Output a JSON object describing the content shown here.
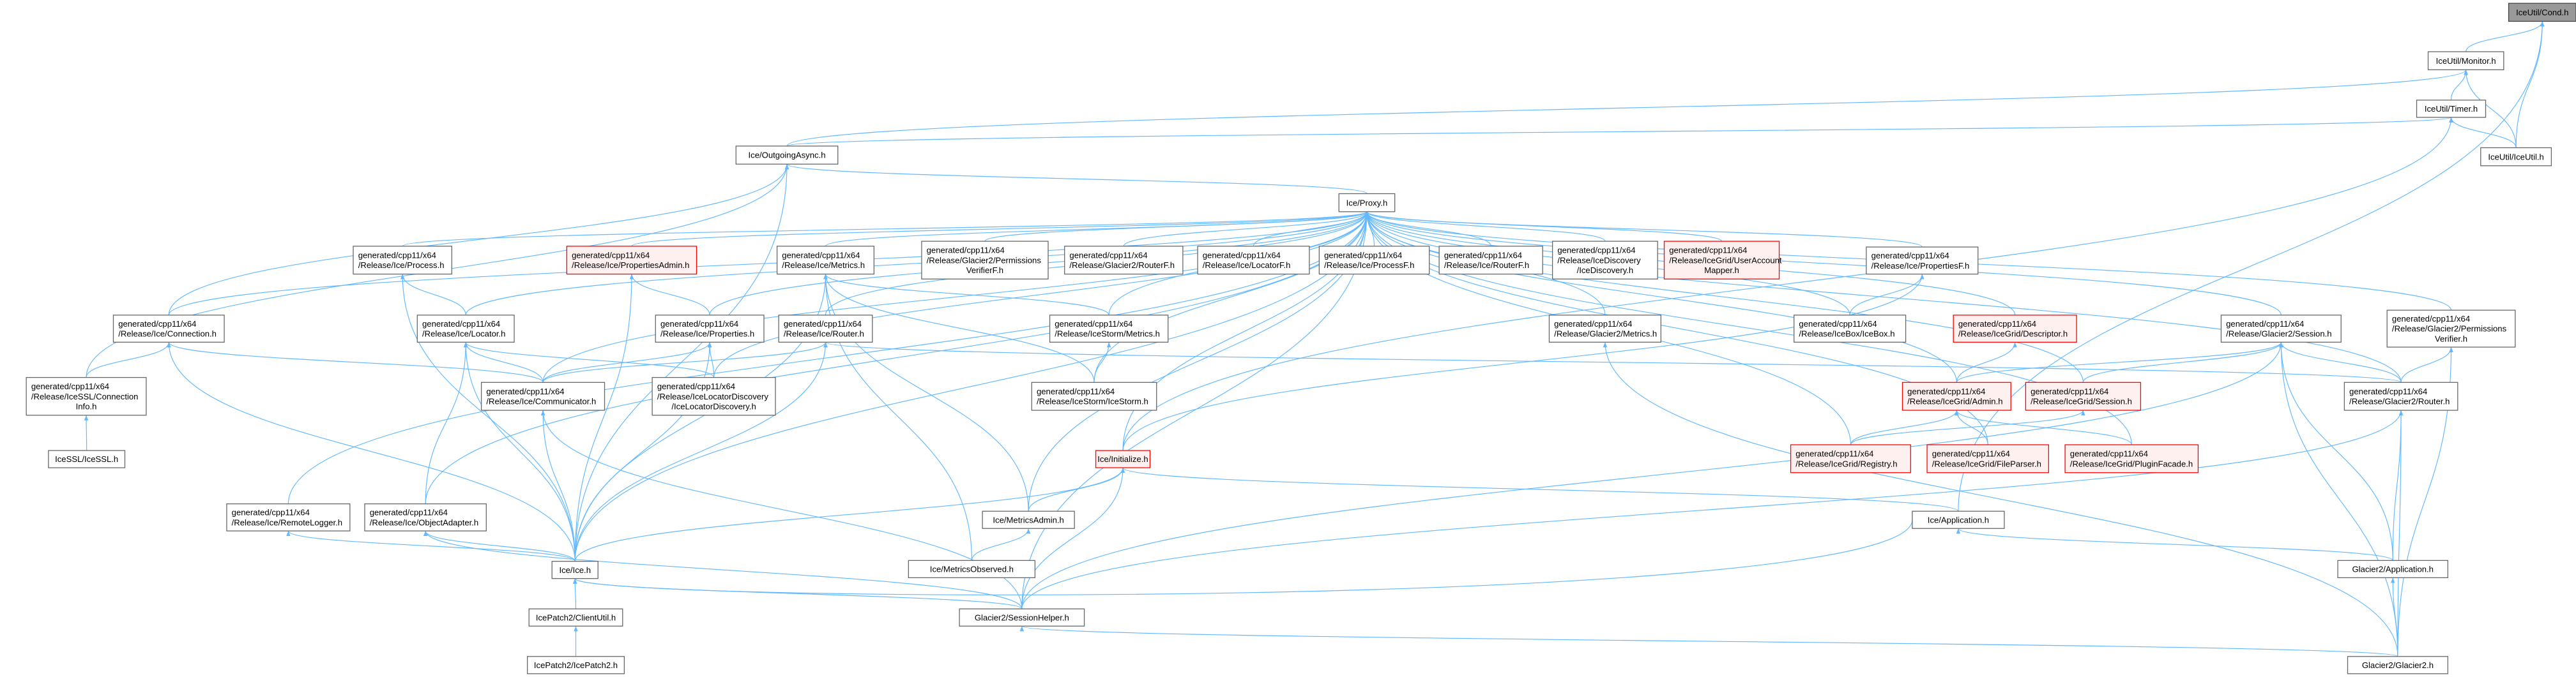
{
  "colors": {
    "edge": "#63b8ff",
    "node_border": "#666666",
    "highlight_border": "#ff0000",
    "highlight_fill": "#fff0f0",
    "root_fill": "#999999"
  },
  "nodes": [
    {
      "id": "cond",
      "lines": [
        "IceUtil/Cond.h"
      ],
      "style": "root"
    },
    {
      "id": "monitor",
      "lines": [
        "IceUtil/Monitor.h"
      ]
    },
    {
      "id": "timer",
      "lines": [
        "IceUtil/Timer.h"
      ]
    },
    {
      "id": "iceutil",
      "lines": [
        "IceUtil/IceUtil.h"
      ]
    },
    {
      "id": "outasync",
      "lines": [
        "Ice/OutgoingAsync.h"
      ]
    },
    {
      "id": "proxy",
      "lines": [
        "Ice/Proxy.h"
      ]
    },
    {
      "id": "process",
      "lines": [
        "generated/cpp11/x64",
        "/Release/Ice/Process.h"
      ]
    },
    {
      "id": "propadmin",
      "lines": [
        "generated/cpp11/x64",
        "/Release/Ice/PropertiesAdmin.h"
      ],
      "style": "red"
    },
    {
      "id": "metrics",
      "lines": [
        "generated/cpp11/x64",
        "/Release/Ice/Metrics.h"
      ]
    },
    {
      "id": "permverf",
      "lines": [
        "generated/cpp11/x64",
        "/Release/Glacier2/Permissions",
        "VerifierF.h"
      ]
    },
    {
      "id": "g2routerf",
      "lines": [
        "generated/cpp11/x64",
        "/Release/Glacier2/RouterF.h"
      ]
    },
    {
      "id": "locatorf",
      "lines": [
        "generated/cpp11/x64",
        "/Release/Ice/LocatorF.h"
      ]
    },
    {
      "id": "processf",
      "lines": [
        "generated/cpp11/x64",
        "/Release/Ice/ProcessF.h"
      ]
    },
    {
      "id": "routerf",
      "lines": [
        "generated/cpp11/x64",
        "/Release/Ice/RouterF.h"
      ]
    },
    {
      "id": "icediscovery",
      "lines": [
        "generated/cpp11/x64",
        "/Release/IceDiscovery",
        "/IceDiscovery.h"
      ]
    },
    {
      "id": "useraccount",
      "lines": [
        "generated/cpp11/x64",
        "/Release/IceGrid/UserAccount",
        "Mapper.h"
      ],
      "style": "red"
    },
    {
      "id": "propertiesf",
      "lines": [
        "generated/cpp11/x64",
        "/Release/Ice/PropertiesF.h"
      ]
    },
    {
      "id": "permv",
      "lines": [
        "generated/cpp11/x64",
        "/Release/Glacier2/Permissions",
        "Verifier.h"
      ]
    },
    {
      "id": "connection",
      "lines": [
        "generated/cpp11/x64",
        "/Release/Ice/Connection.h"
      ]
    },
    {
      "id": "locator",
      "lines": [
        "generated/cpp11/x64",
        "/Release/Ice/Locator.h"
      ]
    },
    {
      "id": "properties",
      "lines": [
        "generated/cpp11/x64",
        "/Release/Ice/Properties.h"
      ]
    },
    {
      "id": "router",
      "lines": [
        "generated/cpp11/x64",
        "/Release/Ice/Router.h"
      ]
    },
    {
      "id": "stormmetrics",
      "lines": [
        "generated/cpp11/x64",
        "/Release/IceStorm/Metrics.h"
      ]
    },
    {
      "id": "g2metrics",
      "lines": [
        "generated/cpp11/x64",
        "/Release/Glacier2/Metrics.h"
      ]
    },
    {
      "id": "icebox",
      "lines": [
        "generated/cpp11/x64",
        "/Release/IceBox/IceBox.h"
      ]
    },
    {
      "id": "descriptor",
      "lines": [
        "generated/cpp11/x64",
        "/Release/IceGrid/Descriptor.h"
      ],
      "style": "red"
    },
    {
      "id": "g2session",
      "lines": [
        "generated/cpp11/x64",
        "/Release/Glacier2/Session.h"
      ]
    },
    {
      "id": "sslconninfo",
      "lines": [
        "generated/cpp11/x64",
        "/Release/IceSSL/Connection",
        "Info.h"
      ]
    },
    {
      "id": "communicator",
      "lines": [
        "generated/cpp11/x64",
        "/Release/Ice/Communicator.h"
      ]
    },
    {
      "id": "locdisc",
      "lines": [
        "generated/cpp11/x64",
        "/Release/IceLocatorDiscovery",
        "/IceLocatorDiscovery.h"
      ]
    },
    {
      "id": "icestorm",
      "lines": [
        "generated/cpp11/x64",
        "/Release/IceStorm/IceStorm.h"
      ]
    },
    {
      "id": "gridadmin",
      "lines": [
        "generated/cpp11/x64",
        "/Release/IceGrid/Admin.h"
      ],
      "style": "red"
    },
    {
      "id": "gridsession",
      "lines": [
        "generated/cpp11/x64",
        "/Release/IceGrid/Session.h"
      ],
      "style": "red"
    },
    {
      "id": "g2router",
      "lines": [
        "generated/cpp11/x64",
        "/Release/Glacier2/Router.h"
      ]
    },
    {
      "id": "icessl",
      "lines": [
        "IceSSL/IceSSL.h"
      ]
    },
    {
      "id": "initialize",
      "lines": [
        "Ice/Initialize.h"
      ],
      "style": "red"
    },
    {
      "id": "registry",
      "lines": [
        "generated/cpp11/x64",
        "/Release/IceGrid/Registry.h"
      ],
      "style": "red"
    },
    {
      "id": "fileparser",
      "lines": [
        "generated/cpp11/x64",
        "/Release/IceGrid/FileParser.h"
      ],
      "style": "red"
    },
    {
      "id": "pluginfacade",
      "lines": [
        "generated/cpp11/x64",
        "/Release/IceGrid/PluginFacade.h"
      ],
      "style": "red"
    },
    {
      "id": "remotelogger",
      "lines": [
        "generated/cpp11/x64",
        "/Release/Ice/RemoteLogger.h"
      ]
    },
    {
      "id": "objadapter",
      "lines": [
        "generated/cpp11/x64",
        "/Release/Ice/ObjectAdapter.h"
      ]
    },
    {
      "id": "metricsadmin",
      "lines": [
        "Ice/MetricsAdmin.h"
      ]
    },
    {
      "id": "application",
      "lines": [
        "Ice/Application.h"
      ]
    },
    {
      "id": "iceh",
      "lines": [
        "Ice/Ice.h"
      ]
    },
    {
      "id": "metricsobserved",
      "lines": [
        "Ice/MetricsObserved.h"
      ]
    },
    {
      "id": "g2app",
      "lines": [
        "Glacier2/Application.h"
      ]
    },
    {
      "id": "clientutil",
      "lines": [
        "IcePatch2/ClientUtil.h"
      ]
    },
    {
      "id": "sessionhelper",
      "lines": [
        "Glacier2/SessionHelper.h"
      ]
    },
    {
      "id": "icepatch2",
      "lines": [
        "IcePatch2/IcePatch2.h"
      ]
    },
    {
      "id": "glacier2",
      "lines": [
        "Glacier2/Glacier2.h"
      ]
    }
  ],
  "edges": [
    [
      "monitor",
      "cond"
    ],
    [
      "iceutil",
      "cond"
    ],
    [
      "application",
      "cond"
    ],
    [
      "timer",
      "monitor"
    ],
    [
      "iceutil",
      "monitor"
    ],
    [
      "outasync",
      "monitor"
    ],
    [
      "iceutil",
      "timer"
    ],
    [
      "outasync",
      "timer"
    ],
    [
      "initialize",
      "timer"
    ],
    [
      "proxy",
      "outasync"
    ],
    [
      "connection",
      "outasync"
    ],
    [
      "sslconninfo",
      "outasync"
    ],
    [
      "iceh",
      "outasync"
    ],
    [
      "process",
      "proxy"
    ],
    [
      "propadmin",
      "proxy"
    ],
    [
      "metrics",
      "proxy"
    ],
    [
      "permverf",
      "proxy"
    ],
    [
      "g2routerf",
      "proxy"
    ],
    [
      "locatorf",
      "proxy"
    ],
    [
      "processf",
      "proxy"
    ],
    [
      "routerf",
      "proxy"
    ],
    [
      "icediscovery",
      "proxy"
    ],
    [
      "useraccount",
      "proxy"
    ],
    [
      "propertiesf",
      "proxy"
    ],
    [
      "permv",
      "proxy"
    ],
    [
      "connection",
      "proxy"
    ],
    [
      "locator",
      "proxy"
    ],
    [
      "properties",
      "proxy"
    ],
    [
      "router",
      "proxy"
    ],
    [
      "stormmetrics",
      "proxy"
    ],
    [
      "g2metrics",
      "proxy"
    ],
    [
      "icebox",
      "proxy"
    ],
    [
      "descriptor",
      "proxy"
    ],
    [
      "g2session",
      "proxy"
    ],
    [
      "communicator",
      "proxy"
    ],
    [
      "locdisc",
      "proxy"
    ],
    [
      "icestorm",
      "proxy"
    ],
    [
      "gridadmin",
      "proxy"
    ],
    [
      "gridsession",
      "proxy"
    ],
    [
      "g2router",
      "proxy"
    ],
    [
      "initialize",
      "proxy"
    ],
    [
      "registry",
      "proxy"
    ],
    [
      "fileparser",
      "proxy"
    ],
    [
      "pluginfacade",
      "proxy"
    ],
    [
      "remotelogger",
      "proxy"
    ],
    [
      "objadapter",
      "proxy"
    ],
    [
      "metricsadmin",
      "proxy"
    ],
    [
      "iceh",
      "proxy"
    ],
    [
      "sessionhelper",
      "proxy"
    ],
    [
      "sslconninfo",
      "connection"
    ],
    [
      "icessl",
      "sslconninfo"
    ],
    [
      "communicator",
      "connection"
    ],
    [
      "iceh",
      "connection"
    ],
    [
      "locator",
      "process"
    ],
    [
      "iceh",
      "process"
    ],
    [
      "properties",
      "propadmin"
    ],
    [
      "iceh",
      "propadmin"
    ],
    [
      "communicator",
      "locator"
    ],
    [
      "objadapter",
      "locator"
    ],
    [
      "locdisc",
      "locator"
    ],
    [
      "iceh",
      "locator"
    ],
    [
      "communicator",
      "properties"
    ],
    [
      "locdisc",
      "properties"
    ],
    [
      "iceh",
      "properties"
    ],
    [
      "communicator",
      "router"
    ],
    [
      "iceh",
      "router"
    ],
    [
      "g2router",
      "router"
    ],
    [
      "stormmetrics",
      "metrics"
    ],
    [
      "icestorm",
      "metrics"
    ],
    [
      "metricsadmin",
      "metrics"
    ],
    [
      "metricsobserved",
      "metrics"
    ],
    [
      "iceh",
      "metrics"
    ],
    [
      "icestorm",
      "stormmetrics"
    ],
    [
      "glacier2",
      "g2metrics"
    ],
    [
      "icebox",
      "propertiesf"
    ],
    [
      "initialize",
      "propertiesf"
    ],
    [
      "gridadmin",
      "descriptor"
    ],
    [
      "gridadmin",
      "g2session"
    ],
    [
      "gridsession",
      "g2session"
    ],
    [
      "g2router",
      "g2session"
    ],
    [
      "g2app",
      "g2session"
    ],
    [
      "glacier2",
      "g2session"
    ],
    [
      "sessionhelper",
      "g2session"
    ],
    [
      "g2router",
      "permv"
    ],
    [
      "glacier2",
      "permv"
    ],
    [
      "registry",
      "gridadmin"
    ],
    [
      "fileparser",
      "gridadmin"
    ],
    [
      "pluginfacade",
      "gridadmin"
    ],
    [
      "registry",
      "gridsession"
    ],
    [
      "g2app",
      "g2router"
    ],
    [
      "glacier2",
      "g2router"
    ],
    [
      "sessionhelper",
      "g2router"
    ],
    [
      "iceh",
      "communicator"
    ],
    [
      "sessionhelper",
      "communicator"
    ],
    [
      "iceh",
      "initialize"
    ],
    [
      "metricsadmin",
      "initialize"
    ],
    [
      "sessionhelper",
      "initialize"
    ],
    [
      "application",
      "initialize"
    ],
    [
      "iceh",
      "remotelogger"
    ],
    [
      "iceh",
      "objadapter"
    ],
    [
      "sessionhelper",
      "objadapter"
    ],
    [
      "metricsobserved",
      "metricsadmin"
    ],
    [
      "g2app",
      "application"
    ],
    [
      "application",
      "iceh"
    ],
    [
      "clientutil",
      "iceh"
    ],
    [
      "sessionhelper",
      "iceh"
    ],
    [
      "icepatch2",
      "clientutil"
    ],
    [
      "glacier2",
      "sessionhelper"
    ],
    [
      "glacier2",
      "g2app"
    ]
  ]
}
